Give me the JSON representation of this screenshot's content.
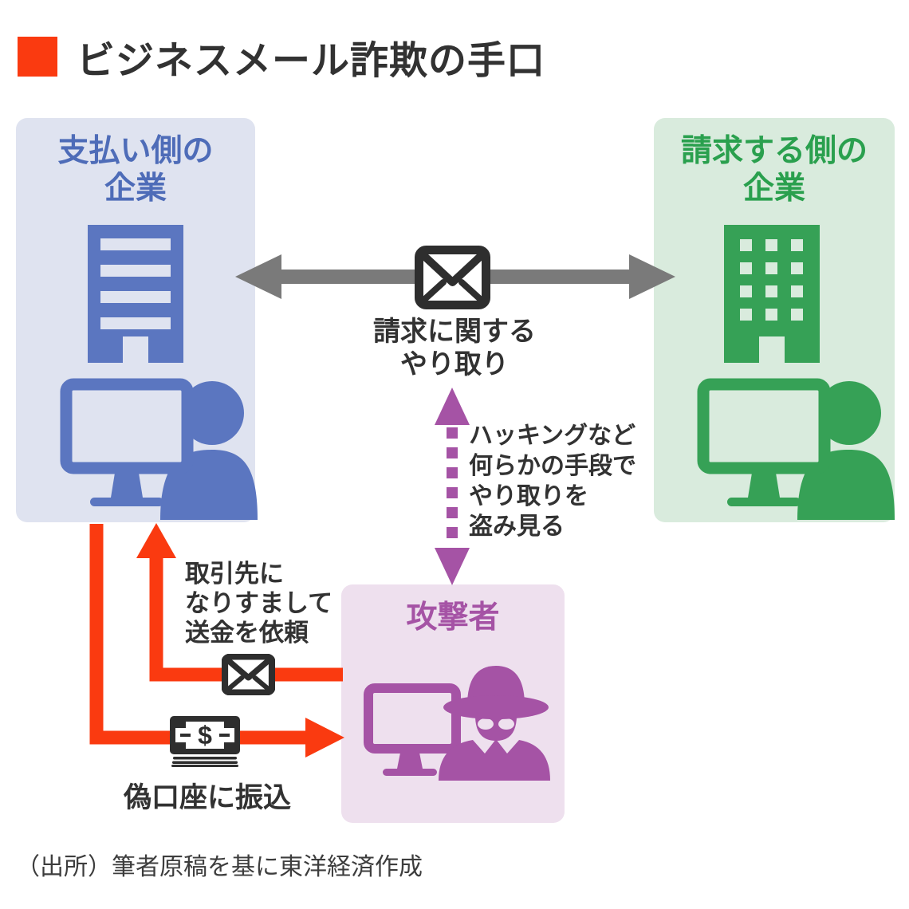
{
  "header": {
    "title": "ビジネスメール詐欺の手口"
  },
  "nodes": {
    "payer": {
      "title_lines": [
        "支払い側の",
        "企業"
      ]
    },
    "biller": {
      "title_lines": [
        "請求する側の",
        "企業"
      ]
    },
    "attacker": {
      "title": "攻撃者"
    }
  },
  "connections": {
    "exchange": {
      "label_lines": [
        "請求に関する",
        "やり取り"
      ],
      "direction": "bidirectional"
    },
    "eavesdrop": {
      "label_lines": [
        "ハッキングなど",
        "何らかの手段で",
        "やり取りを",
        "盗み見る"
      ],
      "direction": "bidirectional"
    },
    "impersonate": {
      "label_lines": [
        "取引先に",
        "なりすまして",
        "送金を依頼"
      ],
      "direction": "attacker-to-payer"
    },
    "transfer": {
      "label": "偽口座に振込",
      "direction": "payer-to-attacker"
    }
  },
  "footer": {
    "source": "（出所）筆者原稿を基に東洋経済作成"
  },
  "icons": {
    "title_bullet": "orange-square-bullet",
    "payer_building": "office-building-icon",
    "payer_person": "person-at-computer-icon",
    "biller_building": "office-building-icon",
    "biller_person": "person-at-computer-icon",
    "attacker_spy": "spy-at-computer-icon",
    "exchange_mail": "mail-envelope-icon",
    "impersonate_mail": "mail-envelope-icon",
    "transfer_money": "money-banknotes-icon",
    "money_symbol": "$"
  },
  "theme": {
    "accent_red": "#fa3a10",
    "blue_text": "#4e6cb8",
    "blue_icon": "#5b76c0",
    "payer_bg": "#dfe3f0",
    "green_text": "#2aa04e",
    "green_icon": "#36a156",
    "biller_bg": "#d9ebdd",
    "purple": "#a553a5",
    "attacker_bg": "#eee0ee",
    "gray_arrow": "#7a7a7a",
    "dark": "#2e2e2e",
    "text_dark": "#323232",
    "source_text": "#3d3d3d"
  }
}
